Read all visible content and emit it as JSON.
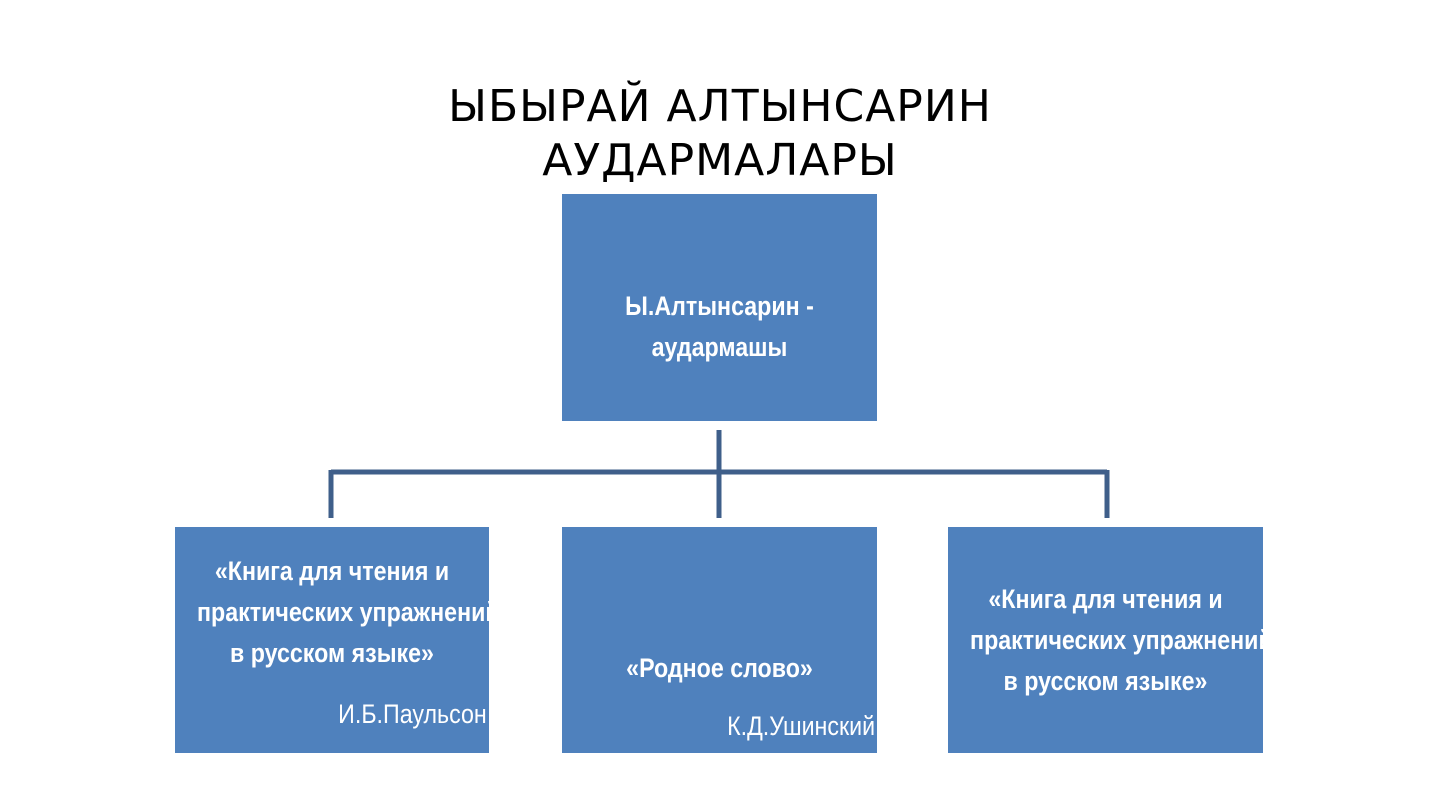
{
  "title": {
    "line1": "ЫБЫРАЙ АЛТЫНСАРИН",
    "line2": "АУДАРМАЛАРЫ"
  },
  "root": {
    "line1": "Ы.Алтынсарин -",
    "line2": "аудармашы"
  },
  "children": [
    {
      "line1": "«Книга для чтения и",
      "line2": "практических упражнений",
      "line3": "в русском языке»",
      "author": "И.Б.Паульсон"
    },
    {
      "line1": "«Родное слово»",
      "author": "К.Д.Ушинский"
    },
    {
      "line1": "«Книга для чтения и",
      "line2": "практических упражнений",
      "line3": "в русском языке»"
    }
  ],
  "colors": {
    "box_fill": "#4f81bd",
    "connector": "#3f5f8a",
    "box_text": "#ffffff"
  }
}
